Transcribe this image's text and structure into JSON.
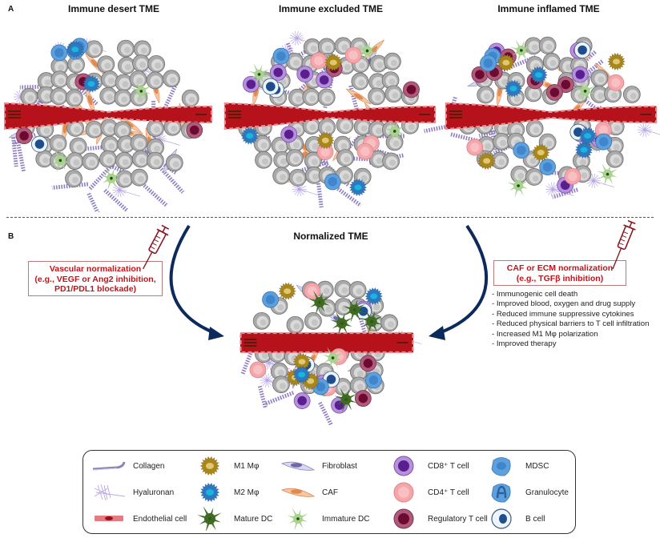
{
  "panel_a": {
    "letter": "A",
    "titles": [
      "Immune desert TME",
      "Immune excluded TME",
      "Immune inflamed TME"
    ]
  },
  "panel_b": {
    "letter": "B",
    "title": "Normalized TME",
    "left_treatment": {
      "lines": [
        "Vascular normalization",
        "(e.g., VEGF or Ang2 inhibition,",
        "PD1/PDL1 blockade)"
      ]
    },
    "right_treatment": {
      "lines": [
        "CAF or ECM normalization",
        "(e.g., TGFβ inhibition)"
      ]
    },
    "effects": [
      "- Immunogenic cell death",
      "- Improved blood, oxygen and drug supply",
      "- Reduced immune suppressive cytokines",
      "- Reduced physical barriers to T cell infiltration",
      "- Increased M1 Mφ polarization",
      "- Improved therapy"
    ]
  },
  "legend": {
    "items": [
      {
        "label": "Collagen",
        "icon": "collagen-icon"
      },
      {
        "label": "Hyaluronan",
        "icon": "hyaluronan-icon"
      },
      {
        "label": "Endothelial cell",
        "icon": "endothelial-cell-icon"
      },
      {
        "label": "M1 Mφ",
        "icon": "m1-macrophage-icon"
      },
      {
        "label": "M2 Mφ",
        "icon": "m2-macrophage-icon"
      },
      {
        "label": "Mature DC",
        "icon": "mature-dc-icon"
      },
      {
        "label": "Fibroblast",
        "icon": "fibroblast-icon"
      },
      {
        "label": "CAF",
        "icon": "caf-icon"
      },
      {
        "label": "Immature DC",
        "icon": "immature-dc-icon"
      },
      {
        "label": "CD8⁺ T cell",
        "icon": "cd8-t-cell-icon"
      },
      {
        "label": "CD4⁺ T cell",
        "icon": "cd4-t-cell-icon"
      },
      {
        "label": "Regulatory T cell",
        "icon": "regulatory-t-cell-icon"
      },
      {
        "label": "MDSC",
        "icon": "mdsc-icon"
      },
      {
        "label": "Granulocyte",
        "icon": "granulocyte-icon"
      },
      {
        "label": "B cell",
        "icon": "b-cell-icon"
      }
    ]
  },
  "colors": {
    "vessel": "#b5121b",
    "treatment_text": "#c0141a",
    "arrow": "#0d2a5c",
    "tumor_cell": "#b8b8b8",
    "collagen": "#8e7cc3",
    "caf": "#f2b48a",
    "cd8": "#8e4bb5",
    "cd4": "#f4a6aa",
    "treg": "#8b1a45",
    "m1": "#a8861a",
    "m2": "#2e78c0",
    "mature_dc": "#3f6b22",
    "immature_dc": "#8fbf78",
    "mdsc": "#4f95d8",
    "fibroblast": "#c9c9ea"
  }
}
